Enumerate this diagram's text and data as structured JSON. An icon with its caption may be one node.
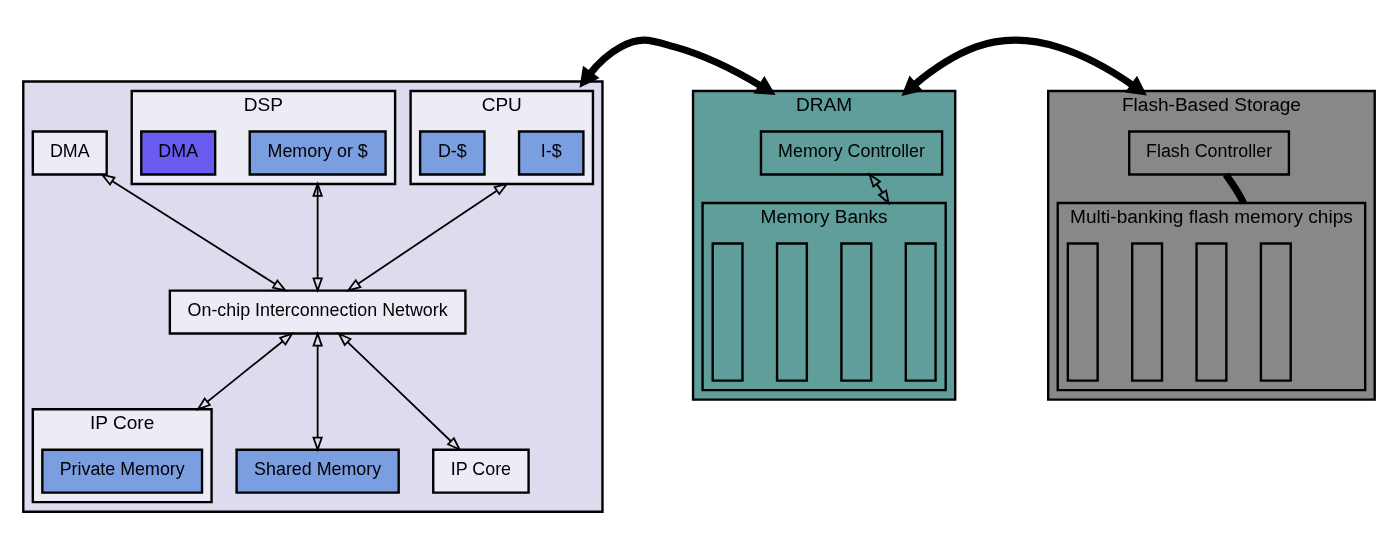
{
  "diagram": {
    "nodes": [
      {
        "text": [],
        "shape": "box"
      },
      {
        "text": [
          "CPU"
        ],
        "in": 0
      },
      {
        "text": [
          "I-$"
        ],
        "in": 1
      },
      {
        "text": [
          "D-$"
        ],
        "in": 1
      },
      {
        "text": [
          "DSP"
        ],
        "in": 0
      },
      {
        "text": [
          "Memory or $"
        ],
        "in": 4
      },
      {
        "text": [
          "DMA"
        ],
        "in": 4
      },
      {
        "text": [
          "DMA"
        ],
        "in": 0
      },
      {
        "text": [
          "On-chip Interconnection Network"
        ],
        "in": 0
      },
      {
        "text": [
          "IP Core"
        ],
        "in": 0
      },
      {
        "text": [
          "Private Memory"
        ],
        "in": 9
      },
      {
        "text": [
          "Shared Memory"
        ],
        "in": 0
      },
      {
        "text": [
          "IP Core"
        ],
        "in": 0
      },
      {
        "text": [
          "DRAM"
        ]
      },
      {
        "text": [
          "Memory Controller"
        ],
        "in": 13
      },
      {
        "text": [
          "Memory Banks"
        ],
        "in": 13
      },
      {
        "text": [],
        "shape": "bar",
        "in": 15
      },
      {
        "text": [],
        "shape": "bar",
        "in": 15
      },
      {
        "text": [],
        "shape": "bar",
        "in": 15
      },
      {
        "text": [],
        "shape": "bar",
        "in": 15
      },
      {
        "text": [
          "Flash-Based Storage"
        ]
      },
      {
        "text": [
          "Flash Controller"
        ],
        "in": 20
      },
      {
        "text": [
          "Multi-banking flash memory chips"
        ],
        "in": 20
      },
      {
        "text": [],
        "shape": "bar",
        "in": 22
      },
      {
        "text": [],
        "shape": "bar",
        "in": 22
      },
      {
        "text": [],
        "shape": "bar",
        "in": 22
      },
      {
        "text": [],
        "shape": "bar",
        "in": 22
      }
    ],
    "edges": [
      {
        "from": 1,
        "to": 8,
        "arrow": "both"
      },
      {
        "from": 4,
        "to": 8,
        "arrow": "both"
      },
      {
        "from": 7,
        "to": 8,
        "arrow": "both"
      },
      {
        "from": 8,
        "to": 9,
        "arrow": "both"
      },
      {
        "from": 8,
        "to": 11,
        "arrow": "both"
      },
      {
        "from": 8,
        "to": 12,
        "arrow": "both"
      },
      {
        "from": 0,
        "to": 13,
        "arrow": "both",
        "style": "thick"
      },
      {
        "from": 13,
        "to": 20,
        "arrow": "both",
        "style": "thick"
      },
      {
        "from": 14,
        "to": 15,
        "arrow": "both"
      },
      {
        "from": 21,
        "to": 22,
        "arrow": "none",
        "style": "thick"
      }
    ]
  }
}
